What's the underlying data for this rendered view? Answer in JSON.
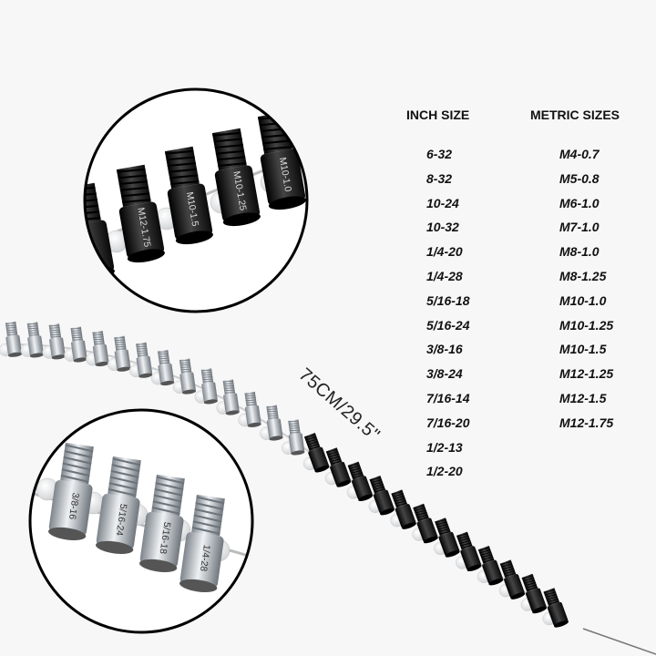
{
  "table": {
    "inch_header": "INCH SIZE",
    "metric_header": "METRIC SIZES",
    "inch_sizes": [
      "6-32",
      "8-32",
      "10-24",
      "10-32",
      "1/4-20",
      "1/4-28",
      "5/16-18",
      "5/16-24",
      "3/8-16",
      "3/8-24",
      "7/16-14",
      "7/16-20",
      "1/2-13",
      "1/2-20"
    ],
    "metric_sizes": [
      "M4-0.7",
      "M5-0.8",
      "M6-1.0",
      "M7-1.0",
      "M8-1.0",
      "M8-1.25",
      "M10-1.0",
      "M10-1.25",
      "M10-1.5",
      "M12-1.25",
      "M12-1.5",
      "M12-1.75"
    ]
  },
  "length_label": "75CM/29.5\"",
  "colors": {
    "silver": "#b9bec4",
    "black": "#1b1b1b",
    "bead": "#ffffff",
    "background": "#f7f7f7"
  },
  "detail_top": {
    "pieces": [
      "M12-1.75",
      "M10-1.5",
      "M10-1.25",
      "M10-1.0"
    ]
  },
  "detail_bottom": {
    "pieces": [
      "3/8-16",
      "5/16-24",
      "5/16-18",
      "1/4-28"
    ]
  }
}
